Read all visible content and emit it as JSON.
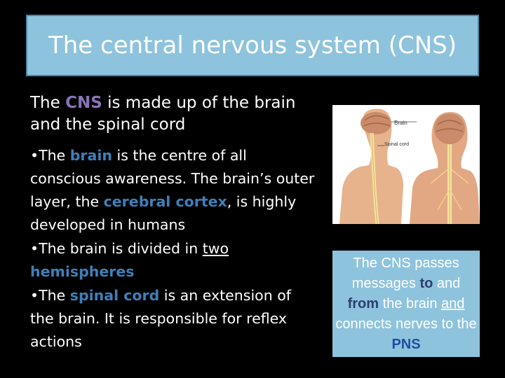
{
  "title": "The central nervous system (CNS)",
  "intro": {
    "part1": "The ",
    "cns": "CNS",
    "part2": " is made up of the brain and the spinal cord"
  },
  "bullets": {
    "b1": {
      "part1": "•The ",
      "brain": "brain",
      "part2": " is the centre of all conscious awareness. The brain’s outer layer, the ",
      "cortex": "cerebral cortex",
      "part3": ", is highly developed in humans"
    },
    "b2": {
      "part1": "•The brain is divided in ",
      "two": "two",
      "space": " ",
      "hemispheres": "hemispheres"
    },
    "b3": {
      "part1": "•The ",
      "spinal": "spinal cord",
      "part2": " is an extension of the brain. It is responsible for reflex actions"
    }
  },
  "illustration": {
    "label_brain": "Brain",
    "label_spinal": "Spinal cord"
  },
  "infobox": {
    "part1": "The CNS passes messages ",
    "to": "to",
    "part2": " and ",
    "from": "from",
    "part3": " the brain ",
    "and": "and",
    "part4": " connects nerves to the ",
    "pns": "PNS"
  },
  "colors": {
    "background": "#000000",
    "title_box": "#8ec3dd",
    "accent_purple": "#8a73b5",
    "accent_blue": "#3f7fb8"
  }
}
